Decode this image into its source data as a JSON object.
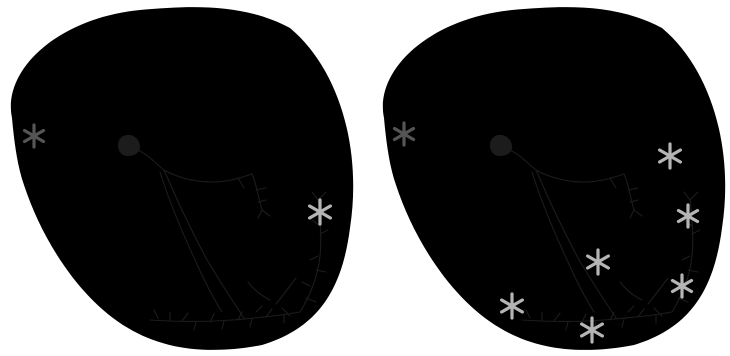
{
  "panels": [
    {
      "id": "left-heart",
      "foci": [
        {
          "id": "sa-node-focus",
          "tone": "dark"
        },
        {
          "id": "ventricular-focus-1",
          "tone": "light"
        }
      ]
    },
    {
      "id": "right-heart",
      "foci": [
        {
          "id": "sa-node-focus",
          "tone": "dark"
        },
        {
          "id": "atrial-focus",
          "tone": "light"
        },
        {
          "id": "ventricular-focus-1",
          "tone": "light"
        },
        {
          "id": "septal-focus",
          "tone": "light"
        },
        {
          "id": "ventricular-focus-2",
          "tone": "light"
        },
        {
          "id": "apical-focus",
          "tone": "light"
        },
        {
          "id": "left-wall-focus",
          "tone": "light"
        }
      ]
    }
  ],
  "colors": {
    "outline": "#1c1c1c",
    "focus_dark": "#555555",
    "focus_light": "#b5b5b5",
    "background": "#ffffff"
  }
}
